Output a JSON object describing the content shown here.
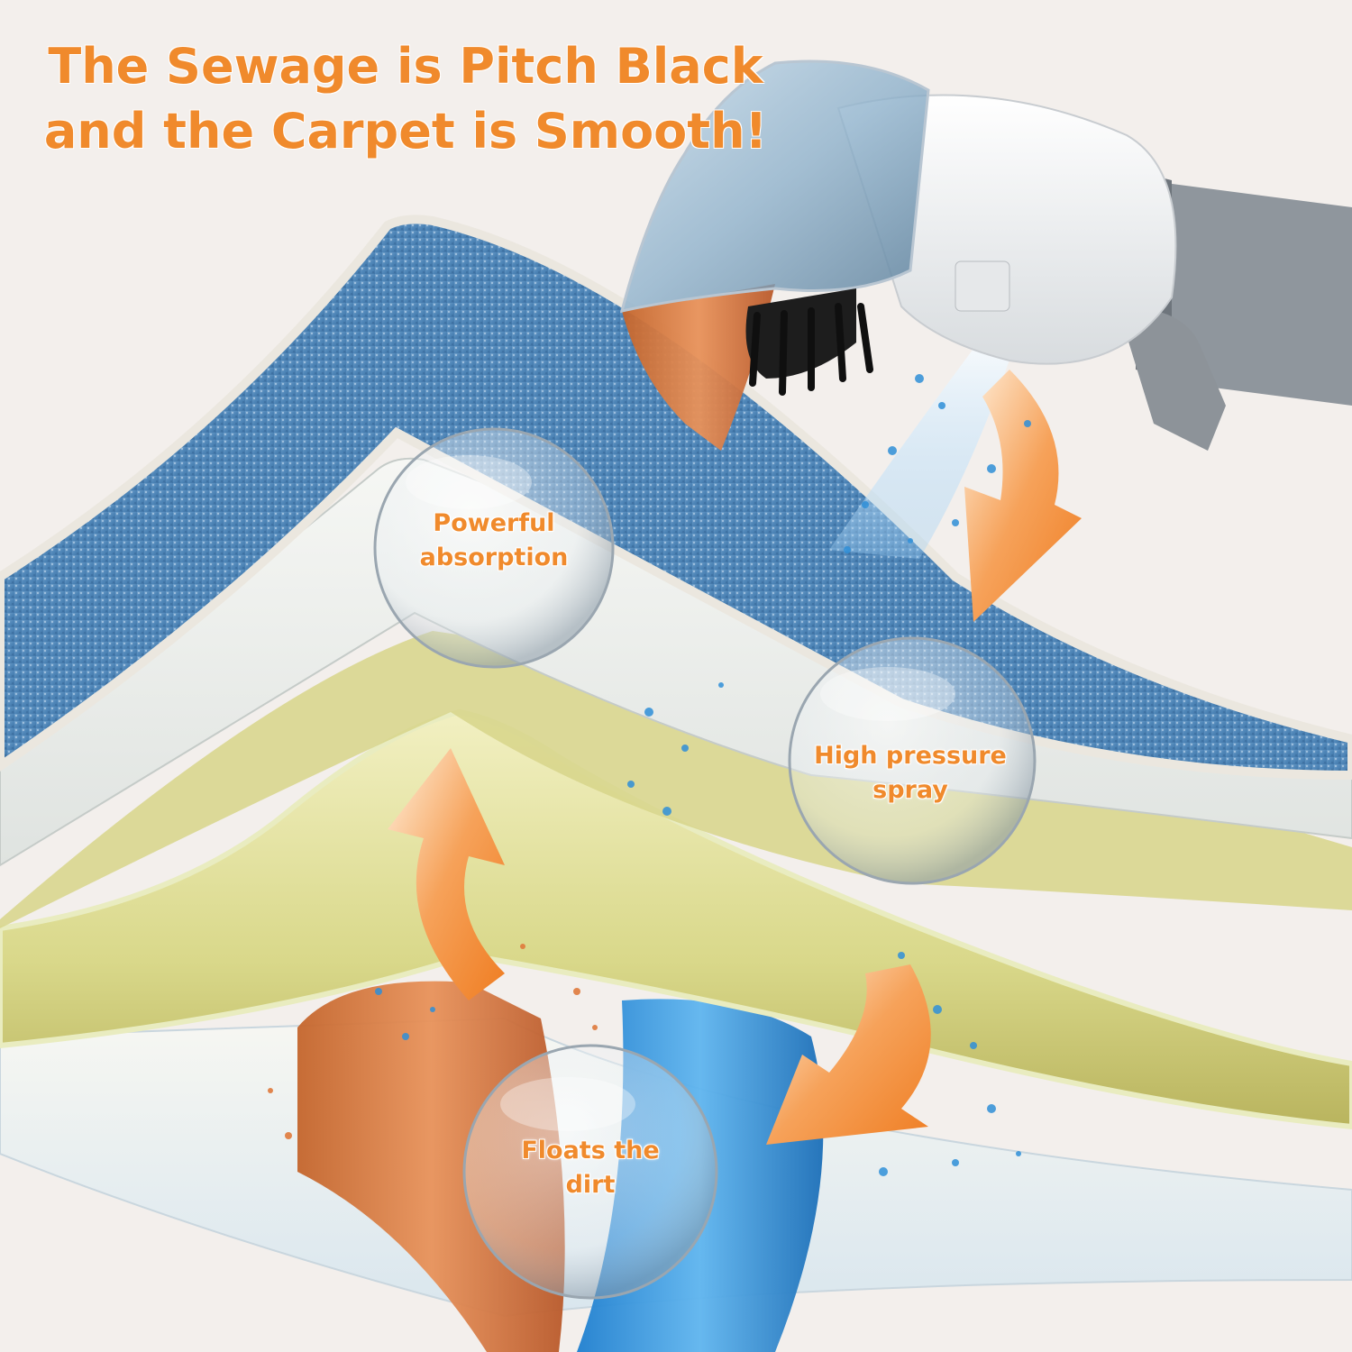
{
  "headline": {
    "line1": "The Sewage is Pitch Black",
    "line2": "and the Carpet is Smooth!"
  },
  "features": [
    {
      "line1": "Powerful",
      "line2": "absorption"
    },
    {
      "line1": "High pressure",
      "line2": "spray"
    },
    {
      "line1": "Floats the",
      "line2": "dirt"
    }
  ],
  "colors": {
    "accent_orange": "#f08a2c",
    "carpet_blue": "#4f86b8",
    "foam_yellow": "#e6e6a0",
    "water_blue": "#2f8fd8",
    "dirty_water": "#d9753a",
    "background": "#f3efec"
  }
}
